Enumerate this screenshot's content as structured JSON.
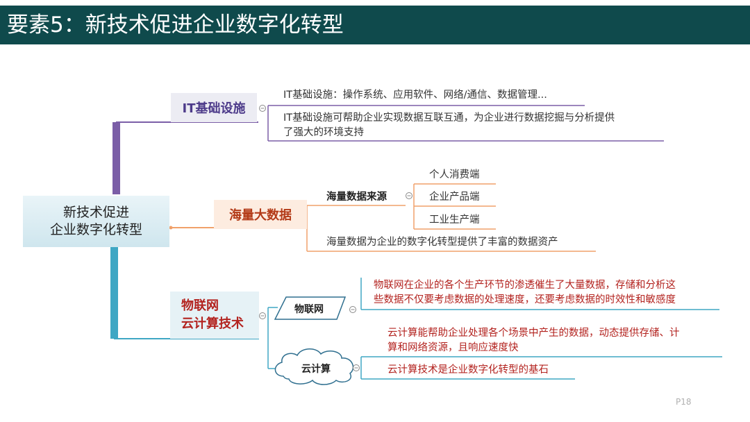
{
  "title": "要素5：新技术促进企业数字化转型",
  "root": {
    "line1": "新技术促进",
    "line2": "企业数字化转型"
  },
  "branches": {
    "it": {
      "label": "IT基础设施",
      "items": [
        "IT基础设施：操作系统、应用软件、网络/通信、数据管理...",
        "IT基础设施可帮助企业实现数据互联互通，为企业进行数据挖掘与分析提供",
        "了强大的环境支持"
      ],
      "color": "#7b5ea7"
    },
    "bigdata": {
      "label": "海量大数据",
      "source_label": "海量数据来源",
      "sources": [
        "个人消费端",
        "企业产品端",
        "工业生产端"
      ],
      "summary": "海量数据为企业的数字化转型提供了丰富的数据资产",
      "color": "#f0a06a"
    },
    "tech": {
      "label_line1": "物联网",
      "label_line2": "云计算技术",
      "iot": {
        "label": "物联网",
        "text1": "物联网在企业的各个生产环节的渗透催生了大量数据，存储和分析这",
        "text2": "些数据不仅要考虑数据的处理速度，还要考虑数据的时效性和敏感度"
      },
      "cloud": {
        "label": "云计算",
        "text1": "云计算能帮助企业处理各个场景中产生的数据，动态提供存储、计",
        "text2": "算和网络资源，且响应速度快",
        "text3": "云计算技术是企业数字化转型的基石"
      },
      "color": "#3fa7c4"
    }
  },
  "page_number": "P18"
}
